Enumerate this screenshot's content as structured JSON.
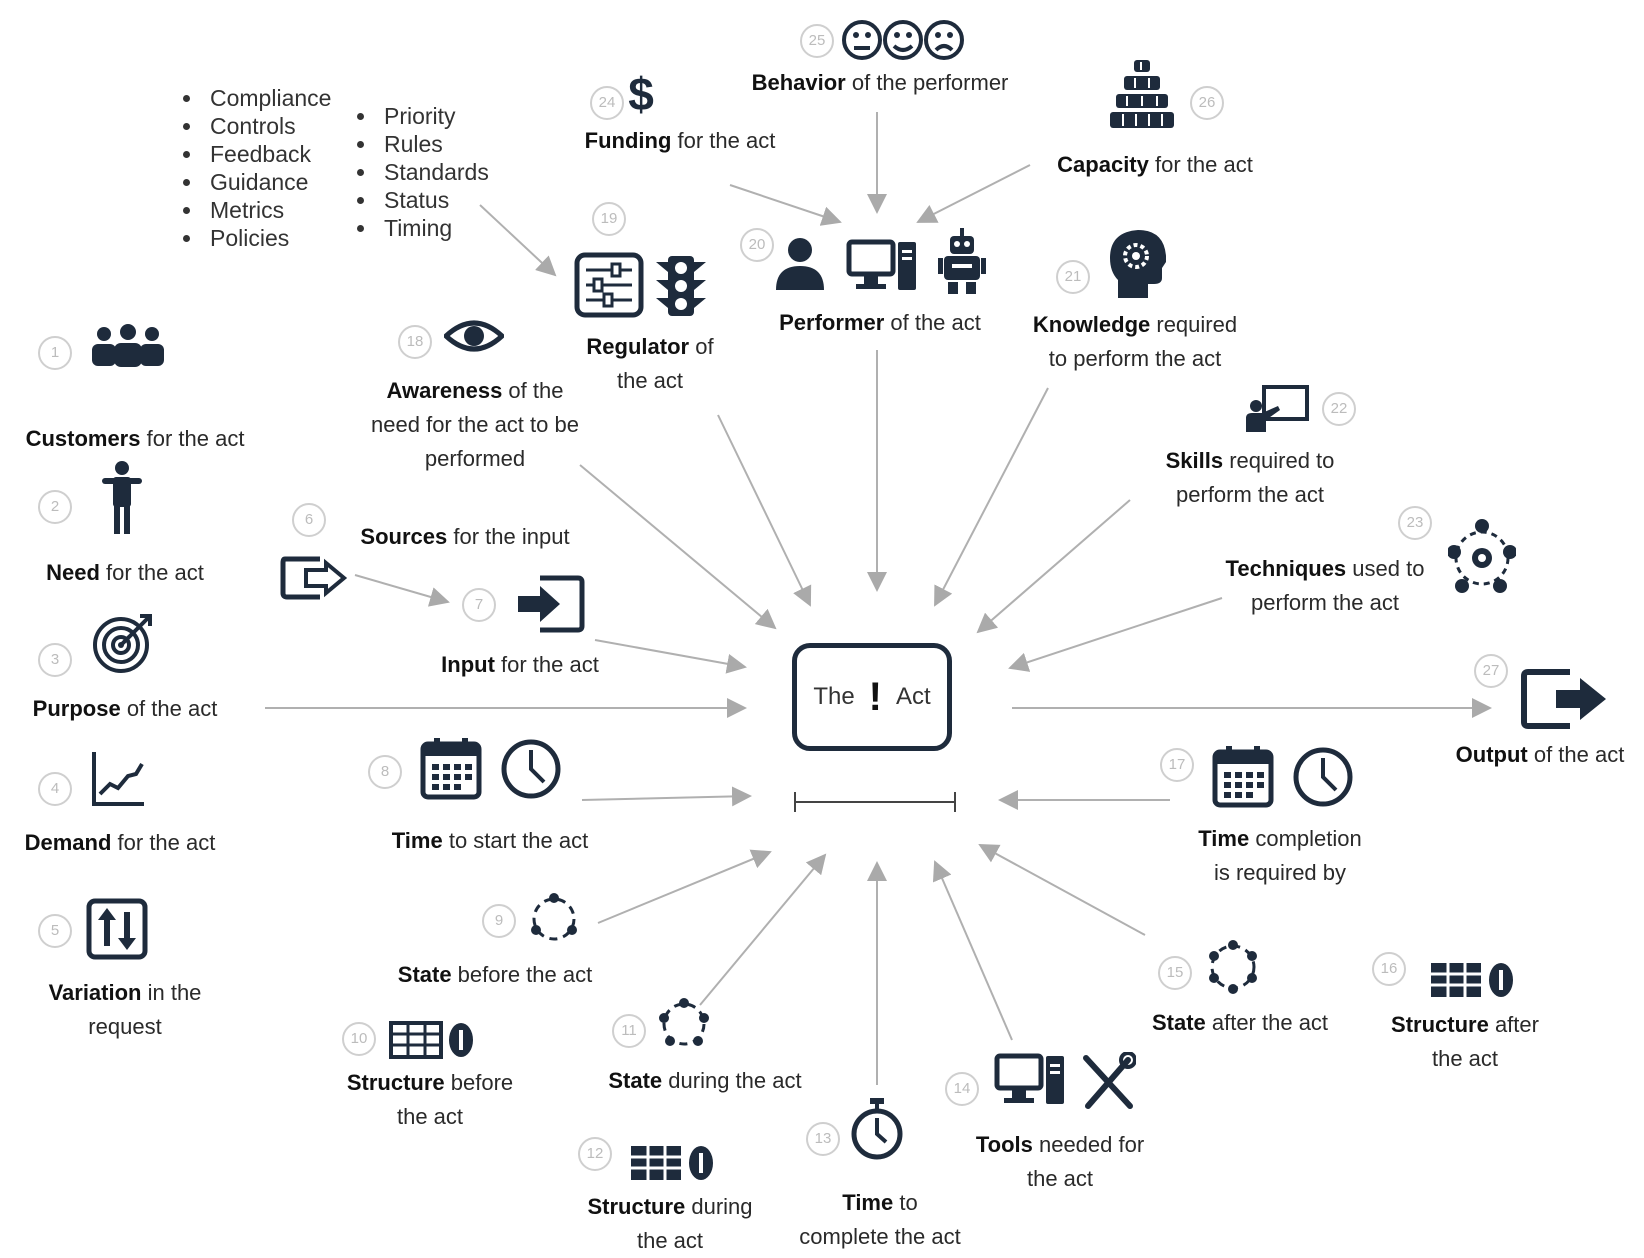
{
  "center": {
    "the": "The",
    "mark": "!",
    "act": "Act"
  },
  "bullets_left": [
    "Compliance",
    "Controls",
    "Feedback",
    "Guidance",
    "Metrics",
    "Policies"
  ],
  "bullets_right": [
    "Priority",
    "Rules",
    "Standards",
    "Status",
    "Timing"
  ],
  "nodes": {
    "customers": {
      "num": "1",
      "kw": "Customers",
      "rest": " for the act"
    },
    "need": {
      "num": "2",
      "kw": "Need",
      "rest": " for the act"
    },
    "purpose": {
      "num": "3",
      "kw": "Purpose",
      "rest": " of the act"
    },
    "demand": {
      "num": "4",
      "kw": "Demand",
      "rest": " for the act"
    },
    "variation": {
      "num": "5",
      "kw": "Variation",
      "rest": " in the",
      "line2": "request"
    },
    "sources": {
      "num": "6",
      "kw": "Sources",
      "rest": " for the input"
    },
    "input": {
      "num": "7",
      "kw": "Input",
      "rest": " for the act"
    },
    "time_start": {
      "num": "8",
      "kw": "Time",
      "rest": " to start the act"
    },
    "state_before": {
      "num": "9",
      "kw": "State",
      "rest": " before the act"
    },
    "structure_before": {
      "num": "10",
      "kw": "Structure",
      "rest": " before",
      "line2": "the act"
    },
    "state_during": {
      "num": "11",
      "kw": "State",
      "rest": " during the act"
    },
    "structure_during": {
      "num": "12",
      "kw": "Structure",
      "rest": " during",
      "line2": "the act"
    },
    "time_complete": {
      "num": "13",
      "kw": "Time",
      "rest": " to",
      "line2": "complete the act"
    },
    "tools": {
      "num": "14",
      "kw": "Tools",
      "rest": " needed for",
      "line2": "the act"
    },
    "state_after": {
      "num": "15",
      "kw": "State",
      "rest": " after the act"
    },
    "structure_after": {
      "num": "16",
      "kw": "Structure",
      "rest": " after",
      "line2": "the act"
    },
    "time_completion": {
      "num": "17",
      "kw": "Time",
      "rest": " completion",
      "line2": "is required by"
    },
    "awareness": {
      "num": "18",
      "kw": "Awareness",
      "rest": " of the",
      "line2": "need for the act to be",
      "line3": "performed"
    },
    "regulator": {
      "num": "19",
      "kw": "Regulator",
      "rest": " of",
      "line2": "the act"
    },
    "performer": {
      "num": "20",
      "kw": "Performer",
      "rest": " of the act"
    },
    "knowledge": {
      "num": "21",
      "kw": "Knowledge",
      "rest": " required",
      "line2": "to perform the act"
    },
    "skills": {
      "num": "22",
      "kw": "Skills",
      "rest": " required to",
      "line2": "perform the act"
    },
    "techniques": {
      "num": "23",
      "kw": "Techniques",
      "rest": " used to",
      "line2": "perform the act"
    },
    "funding": {
      "num": "24",
      "kw": "Funding",
      "rest": " for the act"
    },
    "behavior": {
      "num": "25",
      "kw": "Behavior",
      "rest": " of the performer"
    },
    "capacity": {
      "num": "26",
      "kw": "Capacity",
      "rest": " for the act"
    },
    "output": {
      "num": "27",
      "kw": "Output",
      "rest": " of the act"
    }
  },
  "colors": {
    "arrow": "#aaaaaa",
    "icon": "#1e2b3c",
    "number": "#c8c8c8"
  }
}
